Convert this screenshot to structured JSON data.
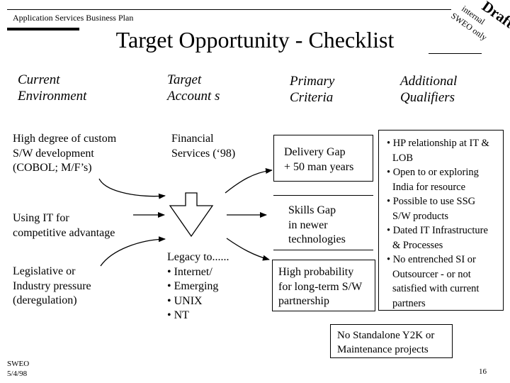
{
  "header": {
    "plan_name": "Application Services Business Plan",
    "title": "Target Opportunity - Checklist"
  },
  "stamp": {
    "draft": "Draft",
    "line1": "internal",
    "line2": "SWEO only"
  },
  "columns": {
    "current": [
      "Current",
      "Environment"
    ],
    "target": [
      "Target",
      "Account s"
    ],
    "primary": [
      "Primary",
      "Criteria"
    ],
    "additional": [
      "Additional",
      "Qualifiers"
    ]
  },
  "current_items": [
    [
      "High degree of custom",
      "S/W development",
      "(COBOL; M/F’s)"
    ],
    [
      "Using IT for",
      "competitive advantage"
    ],
    [
      "Legislative or",
      "Industry pressure",
      "(deregulation)"
    ]
  ],
  "target_accounts": {
    "financial": [
      "Financial",
      "Services (‘98)"
    ],
    "legacy": [
      "Legacy to......",
      "• Internet/",
      "• Emerging",
      "• UNIX",
      "• NT"
    ]
  },
  "criteria": [
    [
      "Delivery Gap",
      "+ 50 man years"
    ],
    [
      "Skills Gap",
      "in newer",
      "technologies"
    ],
    [
      "High probability",
      "for long-term S/W",
      "partnership"
    ]
  ],
  "qualifiers": [
    "• HP relationship at IT &",
    "LOB",
    "• Open to or exploring",
    "India for resource",
    "• Possible to use SSG",
    "S/W products",
    "• Dated IT Infrastructure",
    "& Processes",
    "• No entrenched SI or",
    "Outsourcer - or not",
    "satisfied with current",
    "partners"
  ],
  "no_standalone": [
    "No Standalone Y2K or",
    "Maintenance projects"
  ],
  "footer": {
    "org": "SWEO",
    "date": "5/4/98",
    "page_number": "16"
  }
}
